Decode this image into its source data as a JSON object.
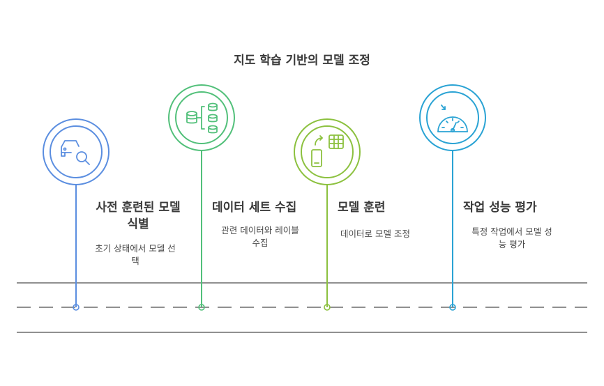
{
  "title": "지도 학습 기반의 모델 조정",
  "colors": {
    "step1": "#5b8ee0",
    "step2": "#52c07a",
    "step3": "#8cc13f",
    "step4": "#2aa3d4",
    "road": "#6b6b6b"
  },
  "steps": [
    {
      "title_line1": "사전 훈련된 모델",
      "title_line2": "식별",
      "desc_line1": "초기 상태에서 모델 선",
      "desc_line2": "택",
      "icon": "car-search-icon"
    },
    {
      "title_line1": "데이터 세트 수집",
      "desc_line1": "관련 데이터와 레이블",
      "desc_line2": "수집",
      "icon": "database-hierarchy-icon"
    },
    {
      "title_line1": "모델 훈련",
      "desc_line1": "데이터로 모델 조정",
      "icon": "device-sync-table-icon"
    },
    {
      "title_line1": "작업 성능 평가",
      "desc_line1": "특정 작업에서 모델 성",
      "desc_line2": "능 평가",
      "icon": "speedometer-icon"
    }
  ]
}
